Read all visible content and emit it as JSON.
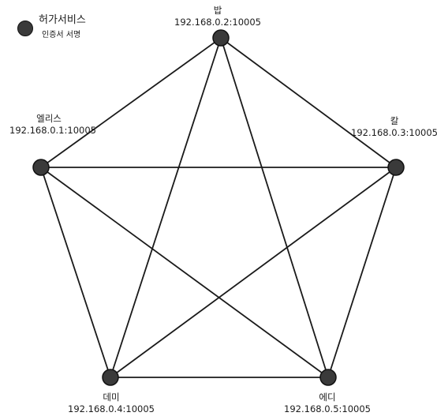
{
  "legend": {
    "title": "허가서비스",
    "subtitle": "인증서 서명",
    "color": "#3a3a3a"
  },
  "edge_color": "#1a1a1a",
  "nodes": [
    {
      "id": "alice",
      "name": "엘리스",
      "address": "192.168.0.1:10005"
    },
    {
      "id": "bob",
      "name": "밥",
      "address": "192.168.0.2:10005"
    },
    {
      "id": "carl",
      "name": "칼",
      "address": "192.168.0.3:10005"
    },
    {
      "id": "demi",
      "name": "데미",
      "address": "192.168.0.4:10005"
    },
    {
      "id": "eddie",
      "name": "에디",
      "address": "192.168.0.5:10005"
    }
  ],
  "edges": [
    [
      "alice",
      "bob"
    ],
    [
      "alice",
      "carl"
    ],
    [
      "alice",
      "demi"
    ],
    [
      "alice",
      "eddie"
    ],
    [
      "bob",
      "carl"
    ],
    [
      "bob",
      "demi"
    ],
    [
      "bob",
      "eddie"
    ],
    [
      "carl",
      "demi"
    ],
    [
      "carl",
      "eddie"
    ],
    [
      "demi",
      "eddie"
    ]
  ]
}
